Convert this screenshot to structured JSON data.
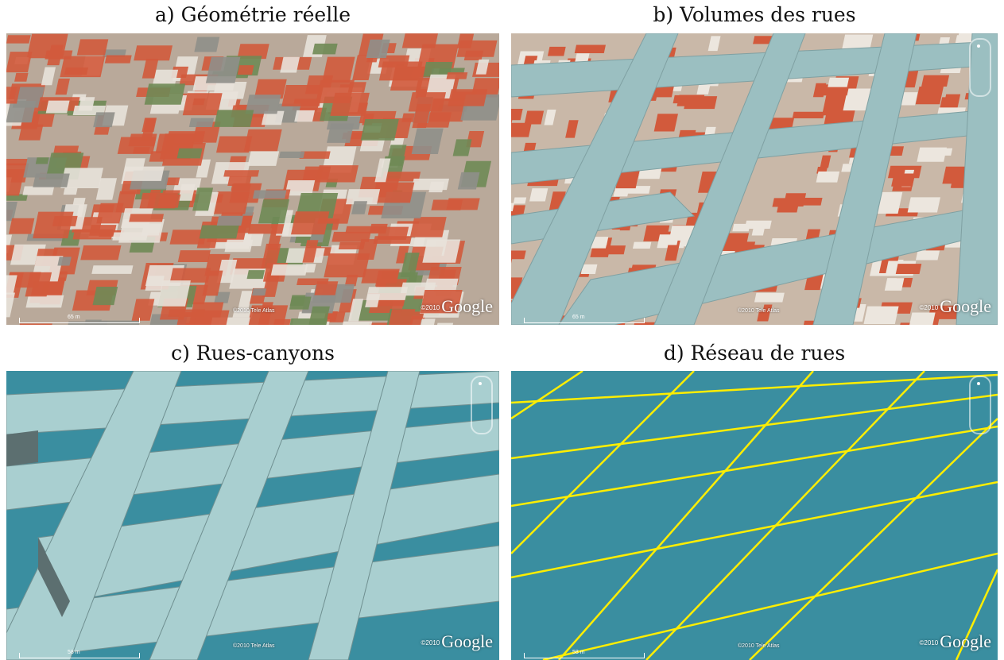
{
  "panels": [
    {
      "caption": "a) Géométrie réelle",
      "copyright": "©2010 Tele Atlas",
      "scale": "65 m",
      "logo": "Google",
      "logo_year": "©2010"
    },
    {
      "caption": "b) Volumes des rues",
      "copyright": "©2010 Tele Atlas",
      "scale": "65 m",
      "logo": "Google",
      "logo_year": "©2010"
    },
    {
      "caption": "c) Rues-canyons",
      "copyright": "©2010 Tele Atlas",
      "scale": "58 m",
      "logo": "Google",
      "logo_year": "©2010"
    },
    {
      "caption": "d) Réseau de rues",
      "copyright": "©2010 Tele Atlas",
      "scale": "58 m",
      "logo": "Google",
      "logo_year": "©2010"
    }
  ],
  "colors": {
    "roof": "#d25a3c",
    "street_volume": "#9bbfc1",
    "street_volume_shadow": "#5c6f70",
    "ground": "#3a8ea0",
    "network_line": "#ffee00"
  }
}
